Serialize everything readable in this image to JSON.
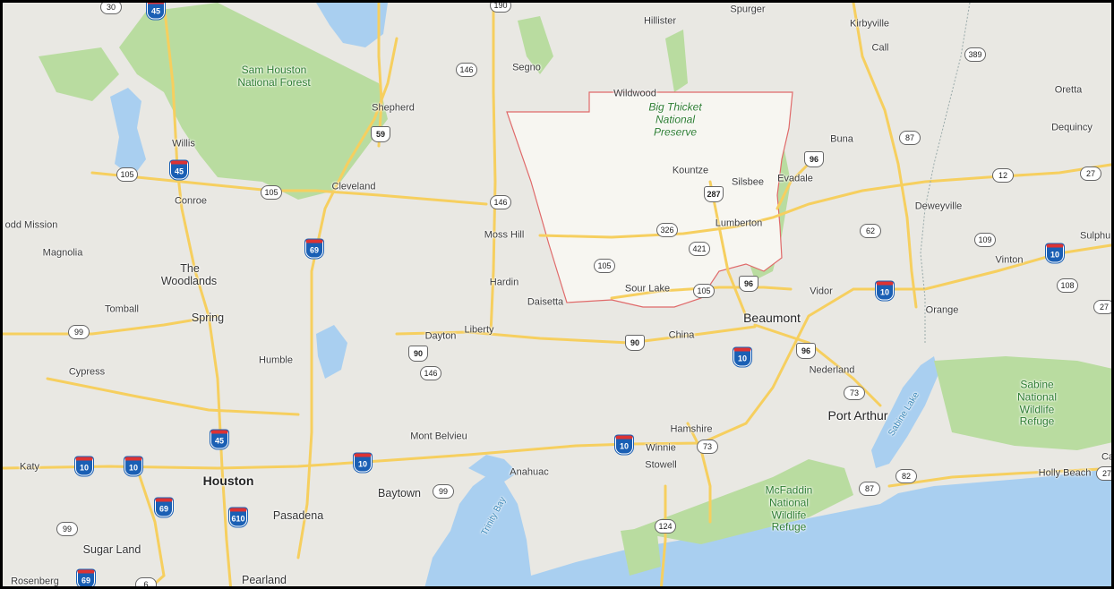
{
  "colors": {
    "land": "#e9e8e3",
    "water": "#a9cff0",
    "park": "#b9dca0",
    "highway": "#f6cf5f",
    "county_fill": "#f7f6f1",
    "county_border": "#e06a6a",
    "frame": "#000000"
  },
  "cities": [
    {
      "id": "hillister",
      "name": "Hillister"
    },
    {
      "id": "spurger",
      "name": "Spurger"
    },
    {
      "id": "kirbyville",
      "name": "Kirbyville"
    },
    {
      "id": "call",
      "name": "Call"
    },
    {
      "id": "segno",
      "name": "Segno"
    },
    {
      "id": "wildwood",
      "name": "Wildwood"
    },
    {
      "id": "oretta",
      "name": "Oretta"
    },
    {
      "id": "dequincy",
      "name": "Dequincy"
    },
    {
      "id": "shepherd",
      "name": "Shepherd"
    },
    {
      "id": "willis",
      "name": "Willis"
    },
    {
      "id": "buna",
      "name": "Buna"
    },
    {
      "id": "kountze",
      "name": "Kountze"
    },
    {
      "id": "silsbee",
      "name": "Silsbee"
    },
    {
      "id": "evadale",
      "name": "Evadale"
    },
    {
      "id": "conroe",
      "name": "Conroe"
    },
    {
      "id": "cleveland",
      "name": "Cleveland"
    },
    {
      "id": "deweyville",
      "name": "Deweyville"
    },
    {
      "id": "lumberton",
      "name": "Lumberton"
    },
    {
      "id": "odd_mission",
      "name": "odd Mission"
    },
    {
      "id": "moss_hill",
      "name": "Moss Hill"
    },
    {
      "id": "sulphur",
      "name": "Sulphur"
    },
    {
      "id": "magnolia",
      "name": "Magnolia"
    },
    {
      "id": "vinton",
      "name": "Vinton"
    },
    {
      "id": "the_woodlands_1",
      "name": "The"
    },
    {
      "id": "the_woodlands_2",
      "name": "Woodlands"
    },
    {
      "id": "hardin",
      "name": "Hardin"
    },
    {
      "id": "sour_lake",
      "name": "Sour Lake"
    },
    {
      "id": "vidor",
      "name": "Vidor"
    },
    {
      "id": "daisetta",
      "name": "Daisetta"
    },
    {
      "id": "tomball",
      "name": "Tomball"
    },
    {
      "id": "spring",
      "name": "Spring"
    },
    {
      "id": "orange",
      "name": "Orange"
    },
    {
      "id": "dayton",
      "name": "Dayton"
    },
    {
      "id": "liberty",
      "name": "Liberty"
    },
    {
      "id": "china",
      "name": "China"
    },
    {
      "id": "humble",
      "name": "Humble"
    },
    {
      "id": "pasadena_lbl",
      "name": "Pasadena"
    },
    {
      "id": "cypress",
      "name": "Cypress"
    },
    {
      "id": "nederland",
      "name": "Nederland"
    },
    {
      "id": "hamshire",
      "name": "Hamshire"
    },
    {
      "id": "mont_belvieu",
      "name": "Mont Belvieu"
    },
    {
      "id": "katy",
      "name": "Katy"
    },
    {
      "id": "winnie",
      "name": "Winnie"
    },
    {
      "id": "stowell",
      "name": "Stowell"
    },
    {
      "id": "anahuac",
      "name": "Anahuac"
    },
    {
      "id": "baytown",
      "name": "Baytown"
    },
    {
      "id": "holly_beach",
      "name": "Holly Beach"
    },
    {
      "id": "sugar_land",
      "name": "Sugar Land"
    },
    {
      "id": "rosenberg",
      "name": "Rosenberg"
    },
    {
      "id": "pearland",
      "name": "Pearland"
    },
    {
      "id": "ca",
      "name": "Ca"
    }
  ],
  "major_cities": [
    {
      "id": "houston",
      "name": "Houston"
    },
    {
      "id": "beaumont",
      "name": "Beaumont"
    },
    {
      "id": "port_arthur",
      "name": "Port Arthur"
    }
  ],
  "parks": [
    {
      "id": "sam_houston",
      "name": "Sam Houston\nNational Forest"
    },
    {
      "id": "big_thicket",
      "name": "Big Thicket\nNational\nPreserve"
    },
    {
      "id": "sabine_refuge",
      "name": "Sabine\nNational\nWildlife\nRefuge"
    },
    {
      "id": "mcfaddin",
      "name": "McFaddin\nNational\nWildlife\nRefuge"
    }
  ],
  "water_labels": [
    {
      "id": "trinity_bay",
      "name": "Trinity Bay"
    },
    {
      "id": "sabine_lake",
      "name": "Sabine Lake"
    }
  ],
  "shields": [
    {
      "id": "s30",
      "type": "state",
      "label": "30"
    },
    {
      "id": "i45a",
      "type": "interstate",
      "label": "45"
    },
    {
      "id": "s190",
      "type": "state",
      "label": "190"
    },
    {
      "id": "s389",
      "type": "state",
      "label": "389"
    },
    {
      "id": "s146a",
      "type": "state",
      "label": "146"
    },
    {
      "id": "us59",
      "type": "us",
      "label": "59"
    },
    {
      "id": "s87a",
      "type": "state",
      "label": "87"
    },
    {
      "id": "us96a",
      "type": "us",
      "label": "96"
    },
    {
      "id": "s12",
      "type": "state",
      "label": "12"
    },
    {
      "id": "s27a",
      "type": "state",
      "label": "27"
    },
    {
      "id": "s105a",
      "type": "state",
      "label": "105"
    },
    {
      "id": "i45b",
      "type": "interstate",
      "label": "45"
    },
    {
      "id": "s105b",
      "type": "state",
      "label": "105"
    },
    {
      "id": "us287",
      "type": "us",
      "label": "287"
    },
    {
      "id": "s146b",
      "type": "state",
      "label": "146"
    },
    {
      "id": "s326",
      "type": "state",
      "label": "326"
    },
    {
      "id": "s62",
      "type": "state",
      "label": "62"
    },
    {
      "id": "s109",
      "type": "state",
      "label": "109"
    },
    {
      "id": "i69a",
      "type": "interstate",
      "label": "69"
    },
    {
      "id": "s421",
      "type": "state",
      "label": "421"
    },
    {
      "id": "i10a",
      "type": "interstate",
      "label": "10"
    },
    {
      "id": "s105c",
      "type": "state",
      "label": "105"
    },
    {
      "id": "s108",
      "type": "state",
      "label": "108"
    },
    {
      "id": "us96b",
      "type": "us",
      "label": "96"
    },
    {
      "id": "s105d",
      "type": "state",
      "label": "105"
    },
    {
      "id": "i10b",
      "type": "interstate",
      "label": "10"
    },
    {
      "id": "s27b",
      "type": "state",
      "label": "27"
    },
    {
      "id": "s99a",
      "type": "state",
      "label": "99"
    },
    {
      "id": "us90a",
      "type": "us",
      "label": "90"
    },
    {
      "id": "us90b",
      "type": "us",
      "label": "90"
    },
    {
      "id": "us96c",
      "type": "us",
      "label": "96"
    },
    {
      "id": "i10c",
      "type": "interstate",
      "label": "10"
    },
    {
      "id": "s146c",
      "type": "state",
      "label": "146"
    },
    {
      "id": "s73a",
      "type": "state",
      "label": "73"
    },
    {
      "id": "i45c",
      "type": "interstate",
      "label": "45"
    },
    {
      "id": "i10d",
      "type": "interstate",
      "label": "10"
    },
    {
      "id": "s73b",
      "type": "state",
      "label": "73"
    },
    {
      "id": "i10e",
      "type": "interstate",
      "label": "10"
    },
    {
      "id": "i10f",
      "type": "interstate",
      "label": "10"
    },
    {
      "id": "i10g",
      "type": "interstate",
      "label": "10"
    },
    {
      "id": "s87b",
      "type": "state",
      "label": "87"
    },
    {
      "id": "s82",
      "type": "state",
      "label": "82"
    },
    {
      "id": "s27c",
      "type": "state",
      "label": "27"
    },
    {
      "id": "s99b",
      "type": "state",
      "label": "99"
    },
    {
      "id": "i69b",
      "type": "interstate",
      "label": "69"
    },
    {
      "id": "i610",
      "type": "interstate",
      "label": "610"
    },
    {
      "id": "s99c",
      "type": "state",
      "label": "99"
    },
    {
      "id": "s124",
      "type": "state",
      "label": "124"
    },
    {
      "id": "i69c",
      "type": "interstate",
      "label": "69"
    },
    {
      "id": "s6",
      "type": "state",
      "label": "6"
    }
  ]
}
